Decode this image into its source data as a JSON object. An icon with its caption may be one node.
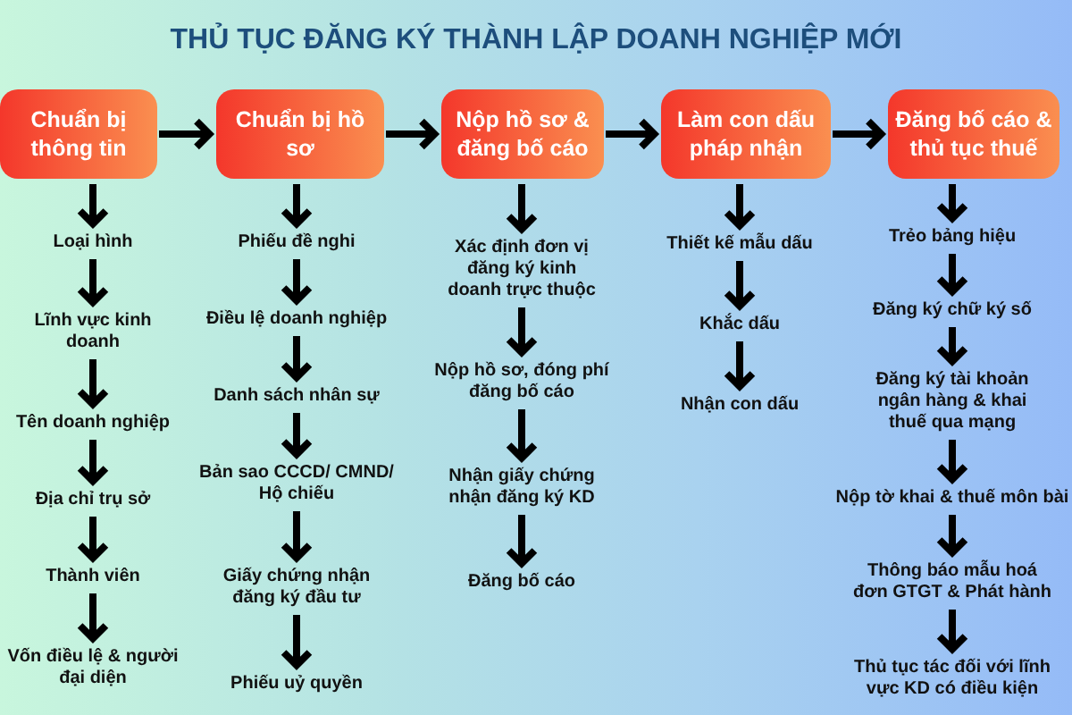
{
  "diagram": {
    "title": "THỦ TỤC ĐĂNG KÝ THÀNH LẬP DOANH NGHIỆP MỚI",
    "nodes": [
      {
        "text": [
          "Chuẩn bị thông tin"
        ]
      },
      {
        "text": [
          "Chuẩn bị hồ sơ"
        ]
      },
      {
        "text": [
          "Nộp hồ sơ & đăng bố cáo"
        ]
      },
      {
        "text": [
          "Làm con dấu pháp nhận"
        ]
      },
      {
        "text": [
          "Đăng bố cáo & thủ tục thuế"
        ]
      },
      {
        "text": [
          "Loại hình"
        ]
      },
      {
        "text": [
          "Lĩnh vực kinh doanh"
        ]
      },
      {
        "text": [
          "Tên doanh nghiệp"
        ]
      },
      {
        "text": [
          "Địa chỉ trụ sở"
        ]
      },
      {
        "text": [
          "Thành viên"
        ]
      },
      {
        "text": [
          "Vốn điều lệ & người đại diện"
        ]
      },
      {
        "text": [
          "Phiếu đề nghi"
        ]
      },
      {
        "text": [
          "Điều lệ doanh nghiệp"
        ]
      },
      {
        "text": [
          "Danh sách nhân sự"
        ]
      },
      {
        "text": [
          "Bản sao CCCD/ CMND/ Hộ chiếu"
        ]
      },
      {
        "text": [
          "Giấy chứng nhận đăng ký đầu tư"
        ]
      },
      {
        "text": [
          "Phiếu uỷ quyền"
        ]
      },
      {
        "text": [
          "Xác định đơn vị đăng ký kinh doanh trực thuộc"
        ]
      },
      {
        "text": [
          "Nộp hồ sơ, đóng phí đăng bố cáo"
        ]
      },
      {
        "text": [
          "Nhận giấy chứng nhận đăng ký KD"
        ]
      },
      {
        "text": [
          "Đăng bố cáo"
        ]
      },
      {
        "text": [
          "Thiết kế mẫu dấu"
        ]
      },
      {
        "text": [
          "Khắc dấu"
        ]
      },
      {
        "text": [
          "Nhận con dấu"
        ]
      },
      {
        "text": [
          "Trẻo bảng hiệu"
        ]
      },
      {
        "text": [
          "Đăng ký chữ ký số"
        ]
      },
      {
        "text": [
          "Đăng ký tài khoản ngân hàng & khai thuế qua mạng"
        ]
      },
      {
        "text": [
          "Nộp tờ khai & thuế môn bài"
        ]
      },
      {
        "text": [
          "Thông báo mẫu hoá đơn GTGT & Phát hành"
        ]
      },
      {
        "text": [
          "Thủ tục tác đối với lĩnh vực KD có điều kiện"
        ]
      }
    ],
    "edges": [
      {
        "from": 0,
        "to": 1,
        "arrow": "to"
      },
      {
        "from": 1,
        "to": 2,
        "arrow": "to"
      },
      {
        "from": 2,
        "to": 3,
        "arrow": "to"
      },
      {
        "from": 3,
        "to": 4,
        "arrow": "to"
      },
      {
        "from": 0,
        "to": 5,
        "arrow": "to"
      },
      {
        "from": 5,
        "to": 6,
        "arrow": "to"
      },
      {
        "from": 6,
        "to": 7,
        "arrow": "to"
      },
      {
        "from": 7,
        "to": 8,
        "arrow": "to"
      },
      {
        "from": 8,
        "to": 9,
        "arrow": "to"
      },
      {
        "from": 9,
        "to": 10,
        "arrow": "to"
      },
      {
        "from": 1,
        "to": 11,
        "arrow": "to"
      },
      {
        "from": 11,
        "to": 12,
        "arrow": "to"
      },
      {
        "from": 12,
        "to": 13,
        "arrow": "to"
      },
      {
        "from": 13,
        "to": 14,
        "arrow": "to"
      },
      {
        "from": 14,
        "to": 15,
        "arrow": "to"
      },
      {
        "from": 15,
        "to": 16,
        "arrow": "to"
      },
      {
        "from": 2,
        "to": 17,
        "arrow": "to"
      },
      {
        "from": 17,
        "to": 18,
        "arrow": "to"
      },
      {
        "from": 18,
        "to": 19,
        "arrow": "to"
      },
      {
        "from": 19,
        "to": 20,
        "arrow": "to"
      },
      {
        "from": 3,
        "to": 21,
        "arrow": "to"
      },
      {
        "from": 21,
        "to": 22,
        "arrow": "to"
      },
      {
        "from": 22,
        "to": 23,
        "arrow": "to"
      },
      {
        "from": 4,
        "to": 24,
        "arrow": "to"
      },
      {
        "from": 24,
        "to": 25,
        "arrow": "to"
      },
      {
        "from": 25,
        "to": 26,
        "arrow": "to"
      },
      {
        "from": 26,
        "to": 27,
        "arrow": "to"
      },
      {
        "from": 27,
        "to": 28,
        "arrow": "to"
      },
      {
        "from": 28,
        "to": 29,
        "arrow": "to"
      }
    ]
  }
}
